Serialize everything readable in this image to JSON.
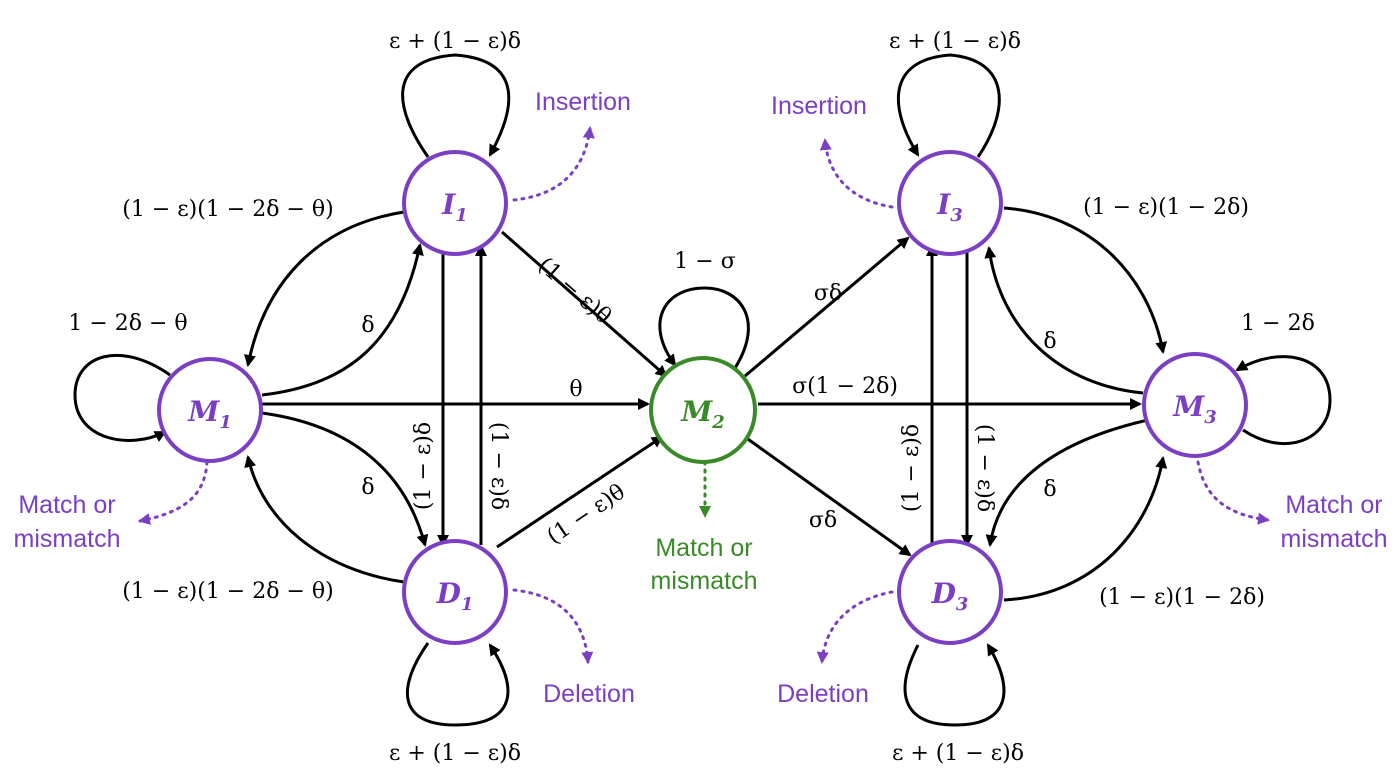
{
  "colors": {
    "purple": "#7b3fc4",
    "green": "#3a8a2a",
    "edge": "#000000"
  },
  "nodes": {
    "M1": {
      "letter": "M",
      "sub": "1"
    },
    "I1": {
      "letter": "I",
      "sub": "1"
    },
    "D1": {
      "letter": "D",
      "sub": "1"
    },
    "M2": {
      "letter": "M",
      "sub": "2"
    },
    "I3": {
      "letter": "I",
      "sub": "3"
    },
    "D3": {
      "letter": "D",
      "sub": "3"
    },
    "M3": {
      "letter": "M",
      "sub": "3"
    }
  },
  "labels": {
    "i1_self": "ε + (1 − ε)δ",
    "i1_to_m1": "(1 − ε)(1 − 2δ − θ)",
    "m1_self": "1 − 2δ − θ",
    "m1_to_i1": "δ",
    "m1_to_d1": "δ",
    "d1_to_m1": "(1 − ε)(1 − 2δ − θ)",
    "d1_self": "ε + (1 − ε)δ",
    "i1_to_d1": "(1 − ε)δ",
    "d1_to_i1": "(1 − ε)δ",
    "i1_to_m2": "(1 − ε)θ",
    "d1_to_m2": "(1 − ε)θ",
    "m1_to_m2": "θ",
    "m2_self": "1 − σ",
    "m2_to_i3": "σδ",
    "m2_to_d3": "σδ",
    "m2_to_m3": "σ(1 − 2δ)",
    "i3_self": "ε + (1 − ε)δ",
    "i3_to_m3": "(1 − ε)(1 − 2δ)",
    "m3_to_i3": "δ",
    "m3_self": "1 − 2δ",
    "m3_to_d3": "δ",
    "d3_to_m3": "(1 − ε)(1 − 2δ)",
    "d3_self": "ε + (1 − ε)δ",
    "i3_to_d3": "(1 − ε)δ",
    "d3_to_i3": "(1 − ε)δ"
  },
  "notes": {
    "insertion_left": "Insertion",
    "insertion_right": "Insertion",
    "deletion_left": "Deletion",
    "deletion_right": "Deletion",
    "match_m1": [
      "Match or",
      "mismatch"
    ],
    "match_m2": [
      "Match or",
      "mismatch"
    ],
    "match_m3": [
      "Match or",
      "mismatch"
    ]
  }
}
